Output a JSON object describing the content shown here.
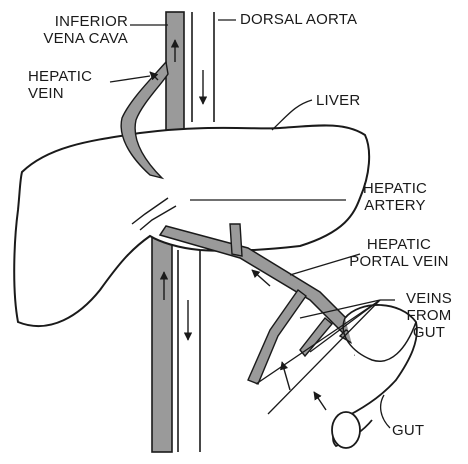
{
  "colors": {
    "ink": "#1a1a1a",
    "vessel_shade": "#9a9a9a",
    "background": "#ffffff"
  },
  "labels": {
    "inferior_vena_cava": [
      "INFERIOR",
      "VENA CAVA"
    ],
    "dorsal_aorta": "DORSAL AORTA",
    "hepatic_vein": [
      "HEPATIC",
      "VEIN"
    ],
    "liver": "LIVER",
    "hepatic_artery": [
      "HEPATIC",
      "ARTERY"
    ],
    "hepatic_portal_vein": [
      "HEPATIC",
      "PORTAL VEIN"
    ],
    "veins_from_gut": [
      "VEINS",
      "FROM",
      "GUT"
    ],
    "gut": "GUT"
  }
}
